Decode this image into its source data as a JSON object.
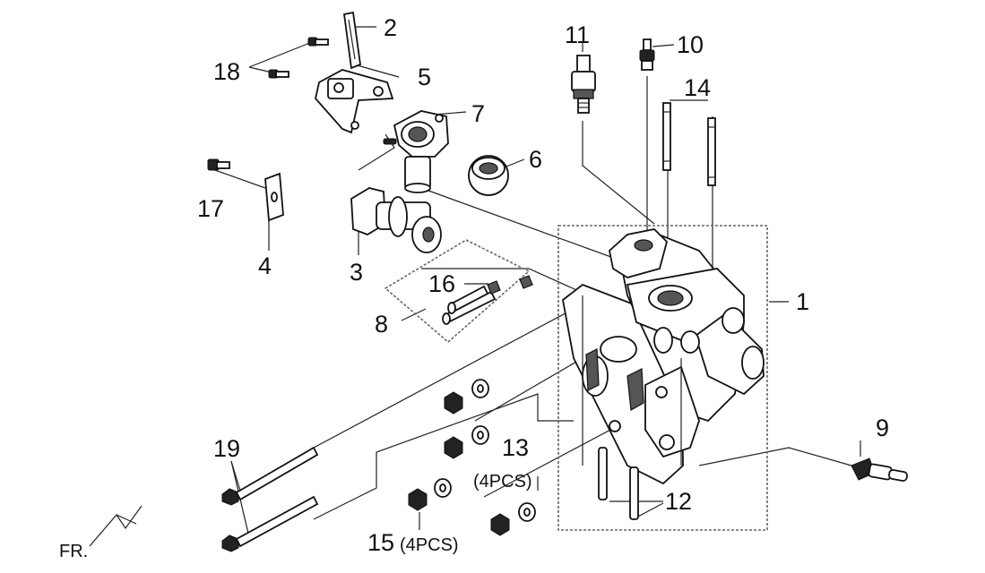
{
  "parts": [
    {
      "key": "p1",
      "label": "1"
    },
    {
      "key": "p2",
      "label": "2"
    },
    {
      "key": "p3",
      "label": "3"
    },
    {
      "key": "p4",
      "label": "4"
    },
    {
      "key": "p5",
      "label": "5"
    },
    {
      "key": "p6",
      "label": "6"
    },
    {
      "key": "p7",
      "label": "7"
    },
    {
      "key": "p8",
      "label": "8"
    },
    {
      "key": "p9",
      "label": "9"
    },
    {
      "key": "p10",
      "label": "10"
    },
    {
      "key": "p11",
      "label": "11"
    },
    {
      "key": "p12",
      "label": "12"
    },
    {
      "key": "p13",
      "label": "13",
      "qty": "(4PCS)"
    },
    {
      "key": "p14",
      "label": "14"
    },
    {
      "key": "p15",
      "label": "15",
      "qty": "(4PCS)"
    },
    {
      "key": "p16",
      "label": "16"
    },
    {
      "key": "p17",
      "label": "17"
    },
    {
      "key": "p18",
      "label": "18"
    },
    {
      "key": "p19",
      "label": "19"
    }
  ],
  "direction": {
    "label": "FR."
  }
}
